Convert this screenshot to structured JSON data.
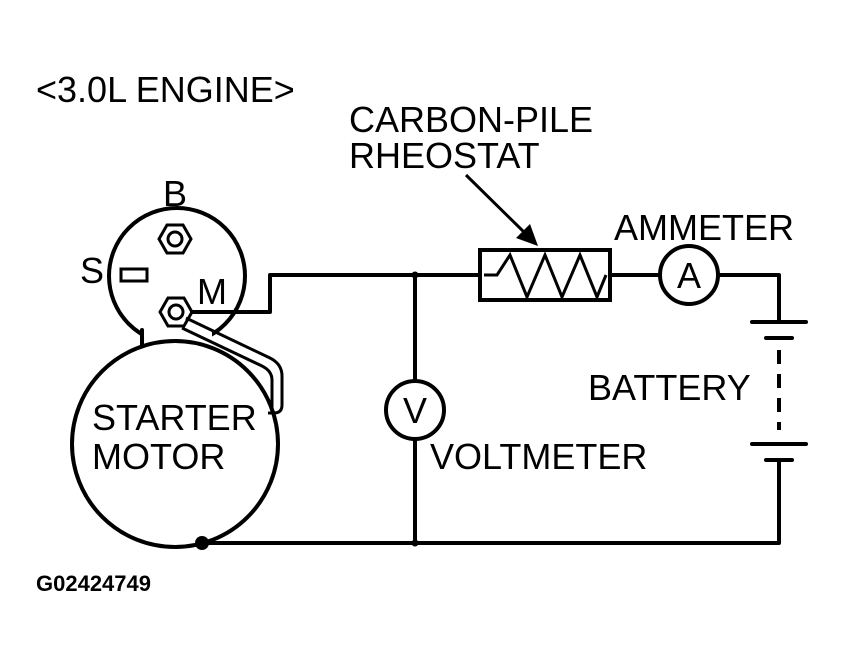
{
  "title": "<3.0L ENGINE>",
  "rheostat_label_line1": "CARBON-PILE",
  "rheostat_label_line2": "RHEOSTAT",
  "ammeter_label": "AMMETER",
  "ammeter_symbol": "A",
  "battery_label": "BATTERY",
  "voltmeter_label": "VOLTMETER",
  "voltmeter_symbol": "V",
  "starter_label_line1": "STARTER",
  "starter_label_line2": "MOTOR",
  "terminal_b": "B",
  "terminal_s": "S",
  "terminal_m": "M",
  "figure_id": "G02424749"
}
